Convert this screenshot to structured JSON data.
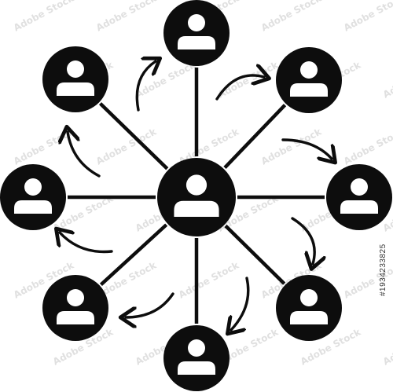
{
  "diagram": {
    "type": "network-hub",
    "center_icon": "user-icon",
    "outer_icons": [
      "user-icon",
      "user-icon",
      "user-icon",
      "user-icon",
      "user-icon",
      "user-icon",
      "user-icon",
      "user-icon"
    ],
    "connector_icon": "curved-arrow-icon",
    "colors": {
      "node_fill": "#0d0d0d",
      "person_fill": "#ffffff",
      "line": "#0d0d0d",
      "background": "#ffffff"
    }
  },
  "watermark": {
    "brand": "Adobe Stock",
    "stock_id": "#1934233825"
  }
}
